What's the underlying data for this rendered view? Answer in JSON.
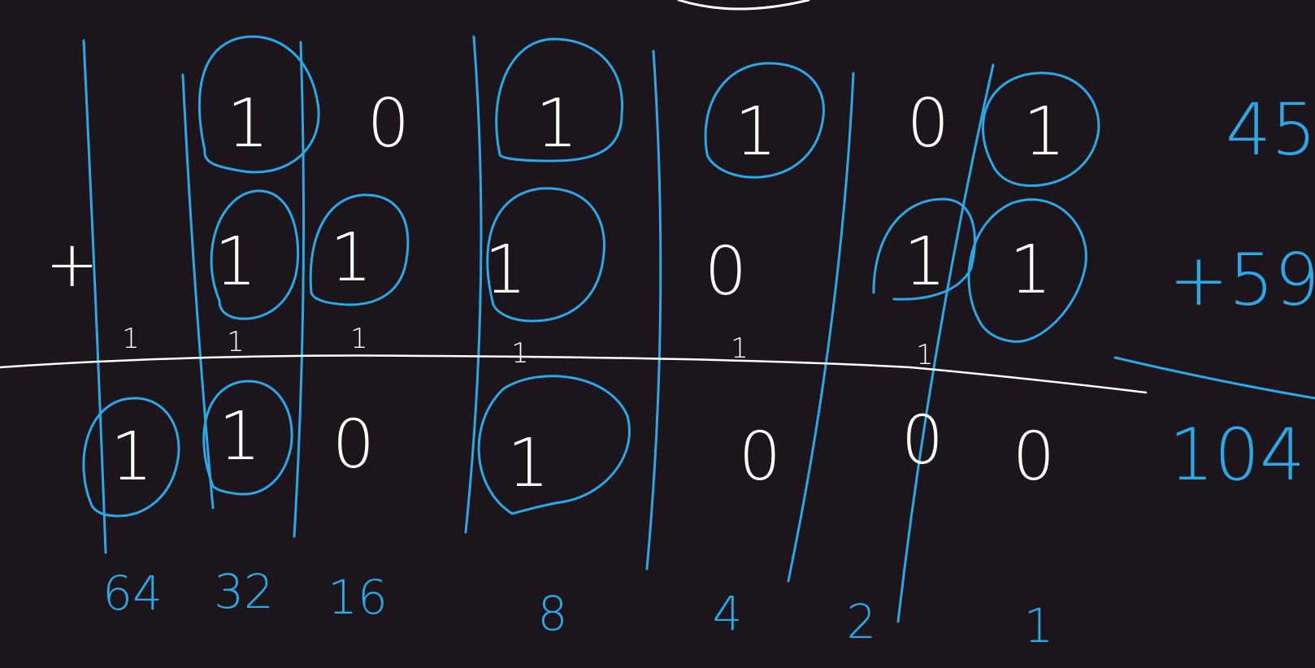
{
  "operator": "+",
  "rows": {
    "first_operand": [
      "1",
      "0",
      "1",
      "1",
      "0",
      "1"
    ],
    "second_operand": [
      "1",
      "1",
      "1",
      "0",
      "1",
      "1"
    ],
    "carries": [
      "1",
      "1",
      "1",
      "1",
      "1",
      "1"
    ],
    "sum": [
      "1",
      "1",
      "0",
      "1",
      "0",
      "0",
      "0"
    ]
  },
  "place_values": [
    "64",
    "32",
    "16",
    "8",
    "4",
    "2",
    "1"
  ],
  "decimal": {
    "first": "45",
    "second": "+59",
    "result": "104"
  },
  "colors": {
    "background": "#1c151b",
    "digit_ink": "#ffffff",
    "annotation_ink": "#2aa8e8"
  }
}
